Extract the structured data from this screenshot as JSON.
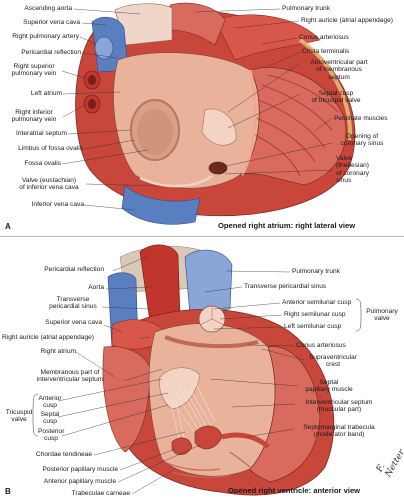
{
  "panel_a": {
    "letter": "A",
    "caption": "Opened right atrium: right lateral view",
    "labels": {
      "ascending_aorta": "Ascending aorta",
      "superior_vena_cava": "Superior vena cava",
      "right_pulmonary_artery": "Right pulmonary artery",
      "pericardial_reflection": "Pericardial reflection",
      "right_superior_pulmonary_vein_1": "Right superior",
      "right_superior_pulmonary_vein_2": "pulmonary vein",
      "left_atrium": "Left atrium",
      "right_inferior_pulmonary_vein_1": "Right inferior",
      "right_inferior_pulmonary_vein_2": "pulmonary vein",
      "interatrial_septum": "Interatrial septum",
      "limbus_of_fossa_ovalis": "Limbus of fossa ovalis",
      "fossa_ovalis": "Fossa ovalis",
      "valve_eustachian_1": "Valve (eustachian)",
      "valve_eustachian_2": "of inferior vena cava",
      "inferior_vena_cava": "Inferior vena cava",
      "pulmonary_trunk": "Pulmonary trunk",
      "right_auricle": "Right auricle (atrial appendage)",
      "conus_arteriosus": "Conus arteriosus",
      "crista_terminalis": "Crista terminalis",
      "av_part_1": "Atrioventricular part",
      "av_part_2": "of membranous",
      "av_part_3": "septum",
      "septal_cusp_1": "Septal cusp",
      "septal_cusp_2": "of tricuspid valve",
      "pectinate_muscles": "Pectinate muscles",
      "opening_cs_1": "Opening of",
      "opening_cs_2": "coronary sinus",
      "valve_thebesian_1": "Valve",
      "valve_thebesian_2": "(thebesian)",
      "valve_thebesian_3": "of coronary",
      "valve_thebesian_4": "sinus"
    }
  },
  "panel_b": {
    "letter": "B",
    "caption": "Opened right ventricle: anterior view",
    "signature": "F. Netter",
    "labels": {
      "pericardial_reflection": "Pericardial reflection",
      "aorta": "Aorta",
      "transverse_pericardial_sinus_l1": "Transverse",
      "transverse_pericardial_sinus_l2": "pericardial sinus",
      "superior_vena_cava": "Superior vena cava",
      "right_auricle": "Right auricle (atrial appendage)",
      "right_atrium": "Right atrium",
      "membranous_part_1": "Membranous part of",
      "membranous_part_2": "interventricular septum",
      "tricuspid_1": "Tricuspid",
      "tricuspid_2": "valve",
      "anterior_cusp_1": "Anterior",
      "anterior_cusp_2": "cusp",
      "septal_cusp_1": "Septal",
      "septal_cusp_2": "cusp",
      "posterior_cusp_1": "Posterior",
      "posterior_cusp_2": "cusp",
      "chordae_tendineae": "Chordae tendineae",
      "posterior_papillary_muscle": "Posterior papillary muscle",
      "anterior_papillary_muscle": "Anterior papillary muscle",
      "trabeculae_carneae": "Trabeculae carneae",
      "pulmonary_trunk": "Pulmonary trunk",
      "transverse_pericardial_sinus_r": "Transverse pericardial sinus",
      "anterior_semilunar_cusp": "Anterior semilunar cusp",
      "right_semilunar_cusp": "Right semilunar cusp",
      "left_semilunar_cusp": "Left semilunar cusp",
      "pulmonary_valve_1": "Pulmonary",
      "pulmonary_valve_2": "valve",
      "conus_arteriosus": "Conus arteriosus",
      "supraventricular_1": "Supraventricular",
      "supraventricular_2": "crest",
      "septal_papillary_1": "Septal",
      "septal_papillary_2": "papillary muscle",
      "iv_septum_1": "Interventricular septum",
      "iv_septum_2": "(muscular part)",
      "septomarginal_1": "Septomarginal trabecula",
      "septomarginal_2": "(moderator band)"
    }
  },
  "colors": {
    "muscle": "#c9473a",
    "muscle_light": "#e0826e",
    "interior": "#e8b39a",
    "interior_shadow": "#b87a64",
    "vein": "#4f74b8",
    "vein_light": "#8aa6d8",
    "artery": "#c0362c",
    "fat": "#e8c879",
    "pericardium": "#d9c9b6",
    "aorta_wall": "#f0d6c8"
  }
}
